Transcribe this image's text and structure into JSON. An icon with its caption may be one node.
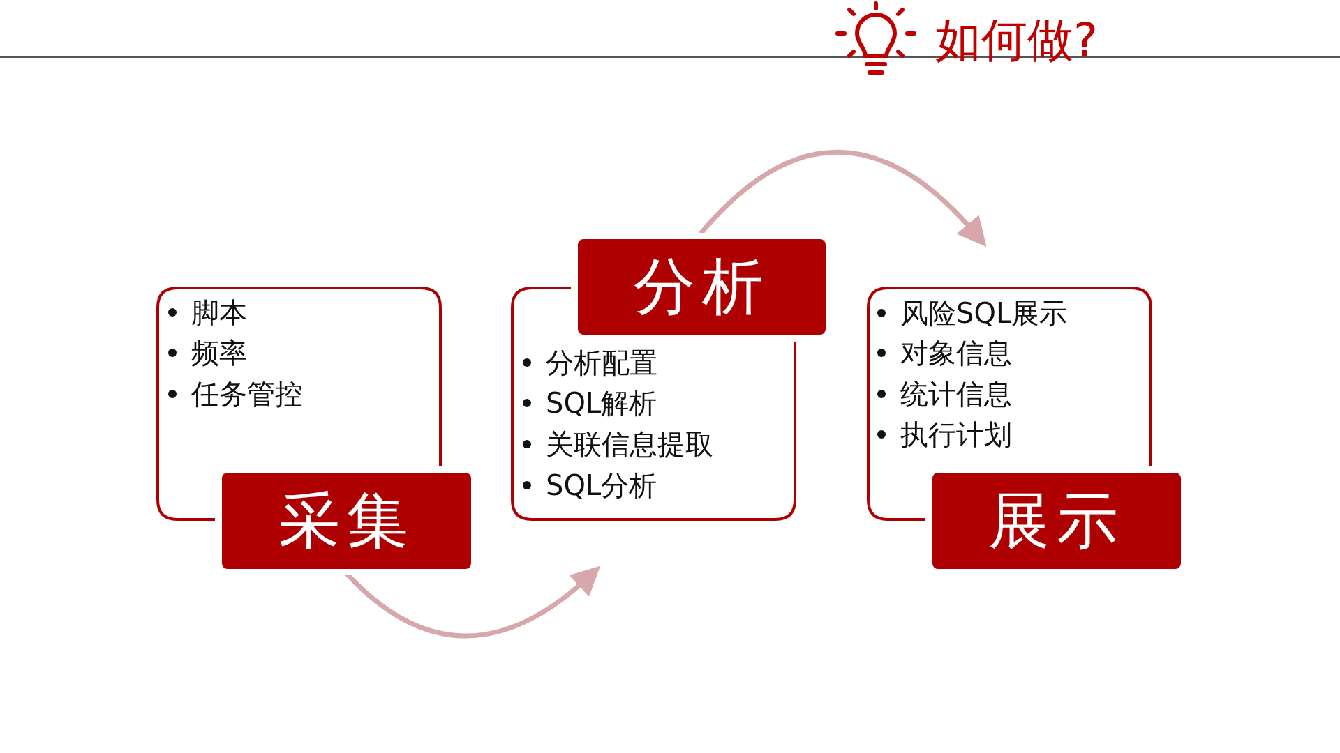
{
  "diagram": {
    "title": "如何做?",
    "nodes": [
      {
        "text": [
          "采集",
          "脚本",
          "频率",
          "任务管控"
        ]
      },
      {
        "text": [
          "分析",
          "分析配置",
          "SQL解析",
          "关联信息提取",
          "SQL分析"
        ]
      },
      {
        "text": [
          "展示",
          "风险SQL展示",
          "对象信息",
          "统计信息",
          "执行计划"
        ]
      }
    ],
    "edges": [
      {
        "from": 0,
        "to": 1,
        "arrow": "to",
        "color": "#d6a8ab"
      },
      {
        "from": 1,
        "to": 2,
        "arrow": "to",
        "color": "#d6a8ab"
      }
    ]
  }
}
